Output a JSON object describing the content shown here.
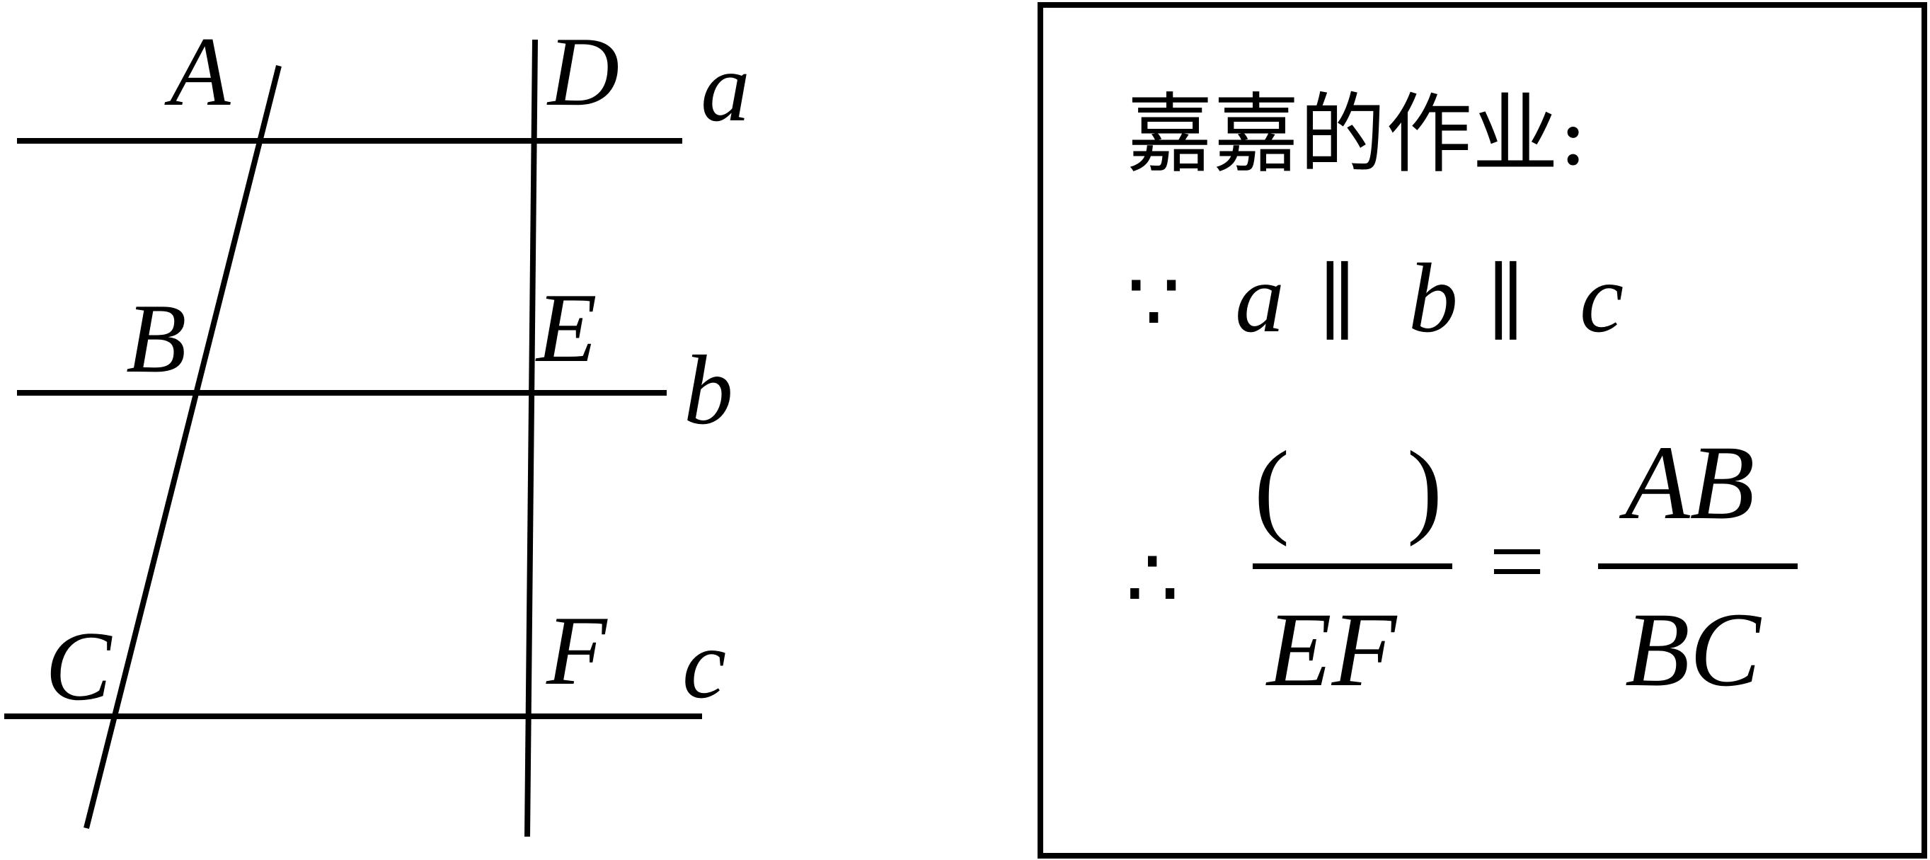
{
  "figure": {
    "points": {
      "A": "A",
      "B": "B",
      "C": "C",
      "D": "D",
      "E": "E",
      "F": "F"
    },
    "lines": {
      "a": "a",
      "b": "b",
      "c": "c"
    }
  },
  "homework": {
    "title": "嘉嘉的作业:",
    "line1": {
      "because": "∵",
      "a": "a",
      "par1": "∥",
      "b": "b",
      "par2": "∥",
      "c": "c"
    },
    "line2": {
      "therefore": "∴",
      "blank_open": "(",
      "blank_close": ")",
      "denominator": "EF",
      "equals": "=",
      "rhs_numerator": "AB",
      "rhs_denominator": "BC"
    }
  }
}
